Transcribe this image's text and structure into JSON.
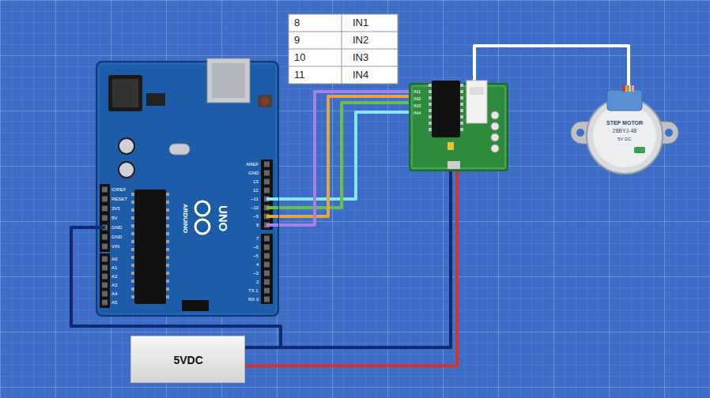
{
  "diagram": {
    "nodes": [
      {
        "text": [
          "ARDUINO",
          "UNO"
        ]
      },
      {
        "text": [
          "IN1",
          "IN2",
          "IN3",
          "IN4"
        ]
      },
      {
        "text": [
          "STEP MOTOR",
          "28BYJ-48",
          "5V DC"
        ]
      },
      {
        "text": [
          "5VDC"
        ]
      }
    ],
    "edges": [
      {
        "from": 0,
        "to": 1,
        "arrow": "none"
      },
      {
        "from": 0,
        "to": 1,
        "arrow": "none"
      },
      {
        "from": 0,
        "to": 1,
        "arrow": "none"
      },
      {
        "from": 0,
        "to": 1,
        "arrow": "none"
      },
      {
        "from": 0,
        "to": 1,
        "arrow": "none"
      },
      {
        "from": 3,
        "to": 1,
        "arrow": "none"
      },
      {
        "from": 3,
        "to": 1,
        "arrow": "none"
      },
      {
        "from": 1,
        "to": 2,
        "arrow": "none"
      }
    ],
    "labels": [
      "8",
      "IN1",
      "9",
      "IN2",
      "10",
      "IN3",
      "11",
      "IN4",
      "AREF",
      "GND",
      "13",
      "12",
      "~11",
      "~10",
      "~9",
      "8",
      "7",
      "~6",
      "~5",
      "4",
      "~3",
      "2",
      "TX 1",
      "RX 0",
      "IOREF",
      "RESET",
      "3V3",
      "5V",
      "GND",
      "GND",
      "VIN",
      "A0",
      "A1",
      "A2",
      "A3",
      "A4",
      "A5"
    ]
  }
}
